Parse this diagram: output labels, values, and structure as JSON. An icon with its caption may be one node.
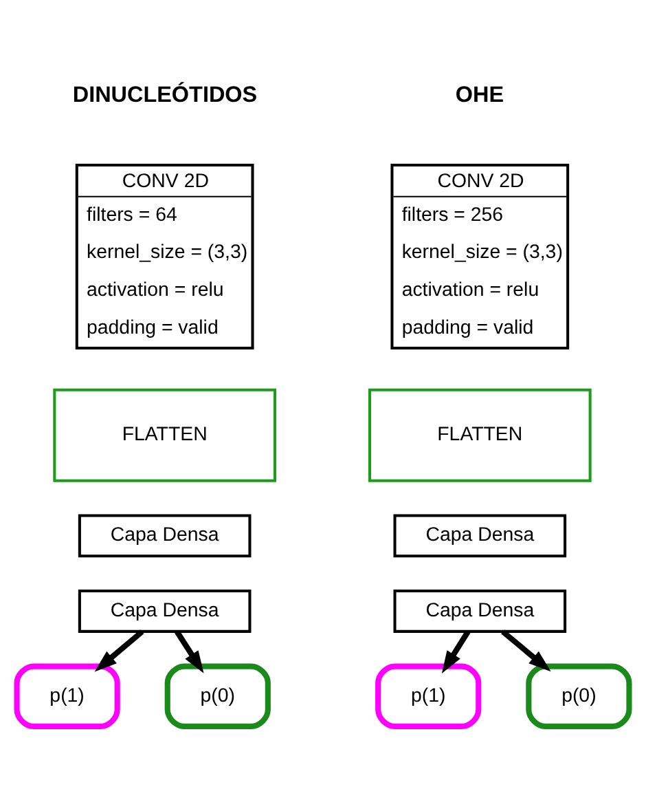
{
  "diagram": {
    "nodes": [
      {
        "text": [
          "CONV 2D",
          "filters = 64",
          "kernel_size = (3,3)",
          "activation = relu",
          "padding = valid"
        ]
      },
      {
        "text": [
          "CONV 2D",
          "filters = 256",
          "kernel_size = (3,3)",
          "activation = relu",
          "padding = valid"
        ]
      },
      {
        "text": [
          "FLATTEN"
        ]
      },
      {
        "text": [
          "FLATTEN"
        ]
      },
      {
        "text": [
          "Capa Densa"
        ]
      },
      {
        "text": [
          "Capa Densa"
        ]
      },
      {
        "text": [
          "Capa Densa"
        ]
      },
      {
        "text": [
          "Capa Densa"
        ]
      },
      {
        "text": [
          "p(1)"
        ]
      },
      {
        "text": [
          "p(0)"
        ]
      },
      {
        "text": [
          "p(1)"
        ]
      },
      {
        "text": [
          "p(0)"
        ]
      }
    ],
    "edges": [
      {
        "from": 6,
        "to": 8,
        "arrow": "to"
      },
      {
        "from": 6,
        "to": 9,
        "arrow": "to"
      },
      {
        "from": 7,
        "to": 10,
        "arrow": "to"
      },
      {
        "from": 7,
        "to": 11,
        "arrow": "to"
      }
    ],
    "labels": [
      "DINUCLEÓTIDOS",
      "OHE"
    ]
  }
}
